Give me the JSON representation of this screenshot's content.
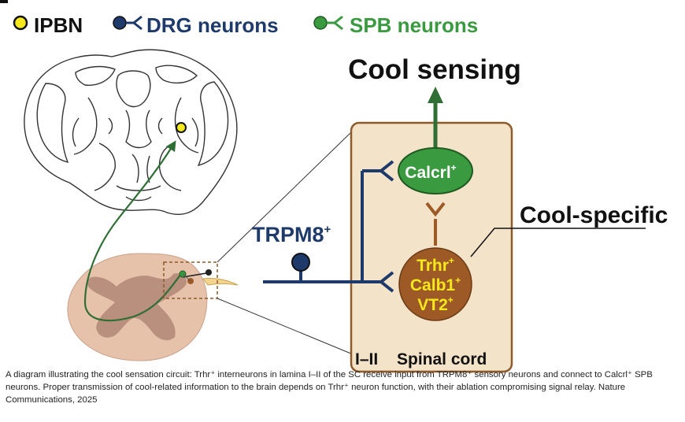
{
  "legend": {
    "ipbn": "IPBN",
    "drg": "DRG neurons",
    "spb": "SPB neurons"
  },
  "labels": {
    "cool_sensing": "Cool sensing",
    "cool_specific": "Cool-specific",
    "trpm8": "TRPM8",
    "trpm8_sup": "+",
    "calcrl": "Calcrl",
    "calcrl_sup": "+",
    "trhr": "Trhr",
    "calb1": "Calb1",
    "vt2": "VT2",
    "sup": "+",
    "lamina": "I–II",
    "spinal_cord": "Spinal cord"
  },
  "colors": {
    "ipbn_yellow": "#f5e81c",
    "drg_navy": "#1e3a6b",
    "spb_green": "#3a9a3f",
    "arrow_green": "#2f6e35",
    "box_fill": "#f3e3c8",
    "box_border": "#8c5a2b",
    "interneuron": "#9e5a26",
    "interneuron_text": "#f5e81c",
    "cord_fill": "#e7c2ab",
    "cord_grey": "#b98f7d"
  },
  "caption": "A diagram illustrating the cool sensation circuit: Trhr⁺ interneurons in lamina I–II of the SC receive input from TRPM8⁺ sensory neurons and connect to Calcrl⁺ SPB neurons. Proper transmission of cool-related information to the brain depends on Trhr⁺ neuron function, with their ablation compromising signal relay. Nature Communications, 2025"
}
